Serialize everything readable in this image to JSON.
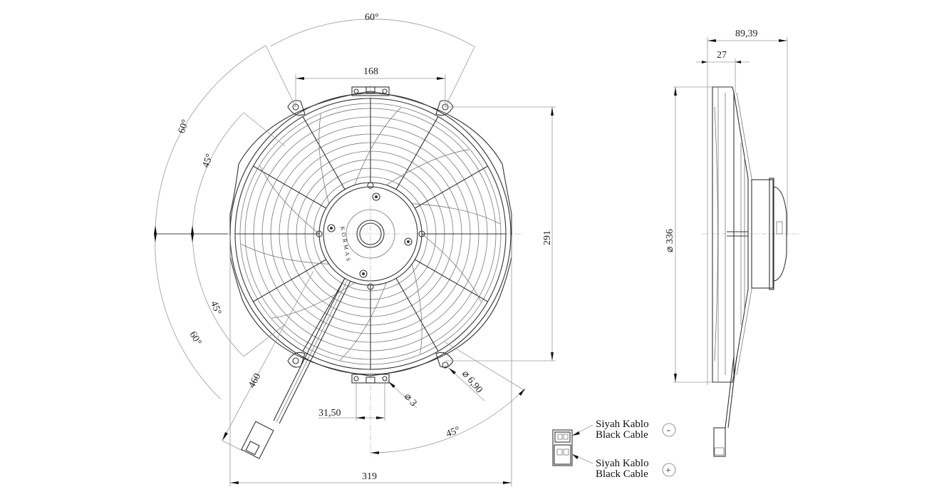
{
  "drawing": {
    "title": "Fan technical drawing",
    "front_view": {
      "dimensions": {
        "top_angle": "60°",
        "left_upper_outer_angle": "60°",
        "left_upper_inner_angle": "45°",
        "left_lower_inner_angle": "45°",
        "left_lower_outer_angle": "60°",
        "bottom_right_angle": "45°",
        "mount_spacing_top": "168",
        "height": "291",
        "width": "319",
        "cable_length": "460",
        "bottom_tab_spacing": "31,50",
        "small_hole_diameter": "⌀ 3",
        "mount_hole_diameter": "⌀ 6,90"
      },
      "hub_label": "KORMAS",
      "blade_count": 10
    },
    "side_view": {
      "dimensions": {
        "overall_depth": "89,39",
        "frame_depth": "27",
        "diameter": "⌀ 336"
      }
    },
    "connector_legend": [
      {
        "label_tr": "Siyah Kablo",
        "label_en": "Black Cable",
        "polarity": "-"
      },
      {
        "label_tr": "Siyah Kablo",
        "label_en": "Black Cable",
        "polarity": "+"
      }
    ]
  }
}
